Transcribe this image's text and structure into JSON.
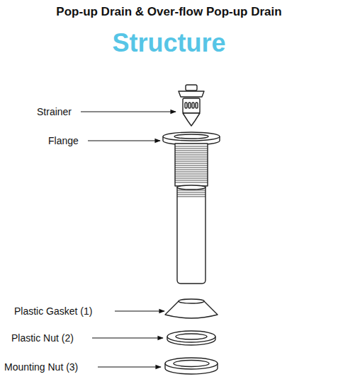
{
  "diagram": {
    "title": "Pop-up Drain & Over-flow Pop-up Drain",
    "labels": [
      "Structure",
      "Strainer",
      "Flange",
      "Plastic Gasket (1)",
      "Plastic Nut (2)",
      "Mounting Nut (3)"
    ]
  }
}
